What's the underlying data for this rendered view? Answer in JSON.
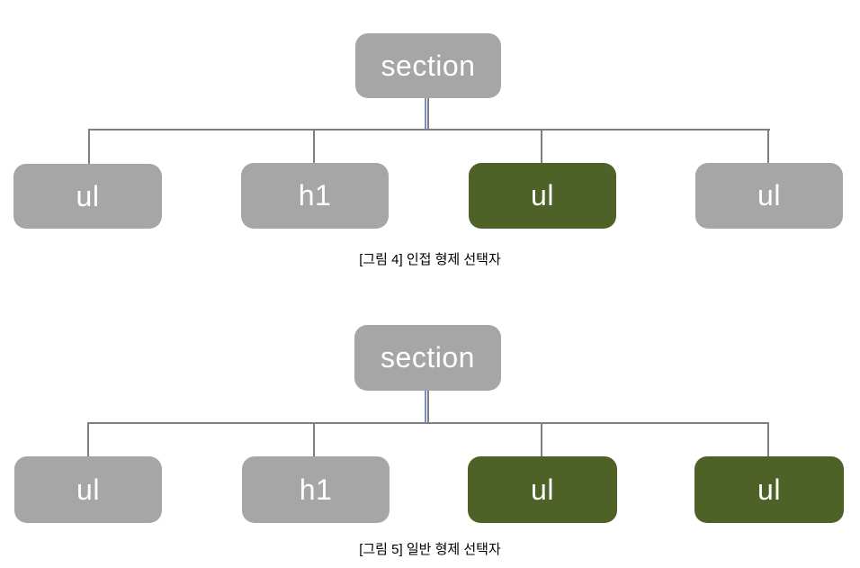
{
  "colors": {
    "box_gray": "#a6a6a6",
    "box_green": "#4e6227",
    "line_gray": "#7f7f7f",
    "line_blue": "#6e93c5",
    "node_text": "#ffffff",
    "caption_text": "#000000"
  },
  "diagrams": [
    {
      "name": "adjacent-sibling-selector-tree",
      "root": {
        "label": "section",
        "variant": "gray"
      },
      "children": [
        {
          "label": "ul",
          "variant": "gray"
        },
        {
          "label": "h1",
          "variant": "gray"
        },
        {
          "label": "ul",
          "variant": "green"
        },
        {
          "label": "ul",
          "variant": "gray"
        }
      ],
      "caption": "[그림 4] 인접 형제 선택자"
    },
    {
      "name": "general-sibling-selector-tree",
      "root": {
        "label": "section",
        "variant": "gray"
      },
      "children": [
        {
          "label": "ul",
          "variant": "gray"
        },
        {
          "label": "h1",
          "variant": "gray"
        },
        {
          "label": "ul",
          "variant": "green"
        },
        {
          "label": "ul",
          "variant": "green"
        }
      ],
      "caption": "[그림 5] 일반 형제 선택자"
    }
  ]
}
